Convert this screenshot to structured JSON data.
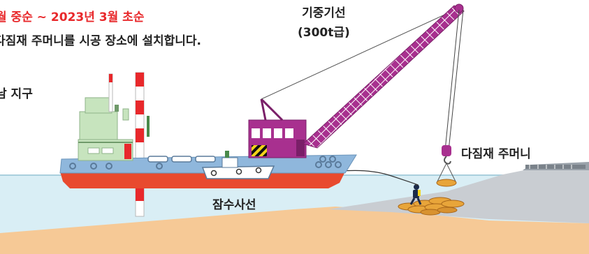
{
  "header": {
    "period": "월 중순 ~ 2023년 3월 초순",
    "description": "다짐재 주머니를 시공 장소에 설치합니다.",
    "area": "남 지구"
  },
  "labels": {
    "crane_name": "기중기선",
    "crane_capacity": "(300t급)",
    "stone_bag": "다짐재 주머니",
    "diver_boat": "잠수사선"
  },
  "colors": {
    "sea": "#d9eef5",
    "seabed": "#f6c996",
    "mound": "#c9cdd2",
    "hull": "#e84a2f",
    "deck": "#8fb7dc",
    "house": "#c7e4be",
    "crane": "#a8308f",
    "accent_red": "#e8282b"
  }
}
